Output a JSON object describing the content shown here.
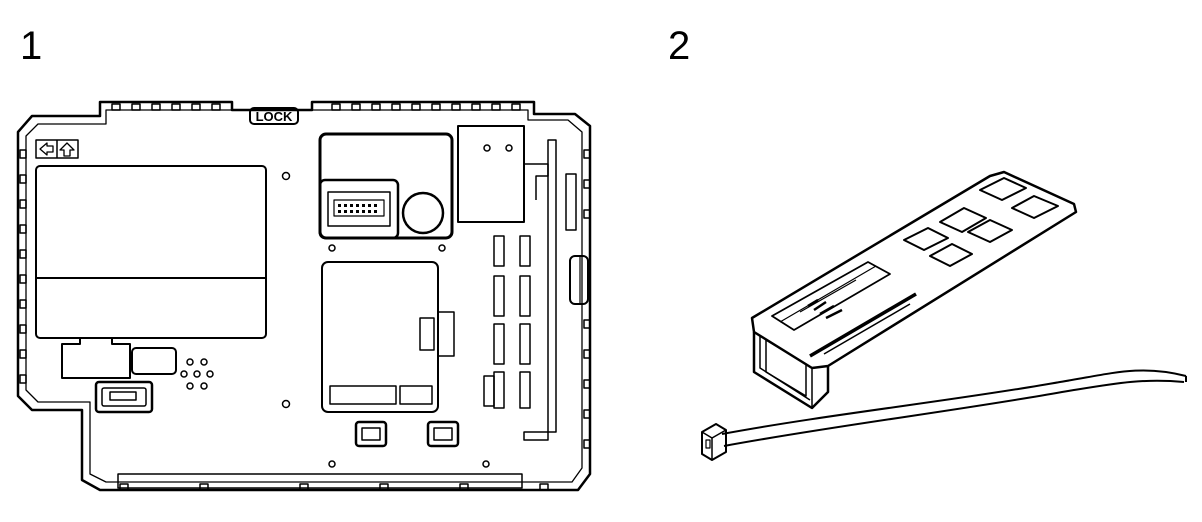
{
  "figures": [
    {
      "number": "1",
      "lock_label": "LOCK"
    },
    {
      "number": "2"
    }
  ]
}
